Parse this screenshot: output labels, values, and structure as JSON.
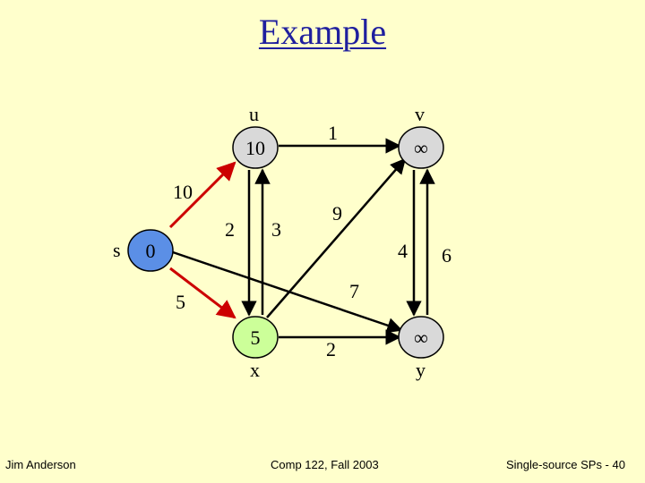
{
  "slide": {
    "title": "Example"
  },
  "graph": {
    "node_s": {
      "label": "s",
      "value": "0"
    },
    "node_u": {
      "label": "u",
      "value": "10"
    },
    "node_v": {
      "label": "v",
      "value": "∞"
    },
    "node_x": {
      "label": "x",
      "value": "5"
    },
    "node_y": {
      "label": "y",
      "value": "∞"
    },
    "edges": {
      "s_u": "10",
      "s_x": "5",
      "u_v": "1",
      "u_x": "2",
      "x_u": "3",
      "x_v": "9",
      "v_y": "4",
      "y_v": "6",
      "s_y": "7",
      "x_y": "2"
    },
    "colors": {
      "source_fill": "#5B8FE6",
      "reached_fill": "#CCFF99",
      "unreached_fill": "#D9D9D9",
      "tree_edge": "#CC0000",
      "edge": "#000000"
    }
  },
  "footer": {
    "author": "Jim Anderson",
    "course": "Comp 122, Fall 2003",
    "page": "Single-source SPs - 40"
  }
}
